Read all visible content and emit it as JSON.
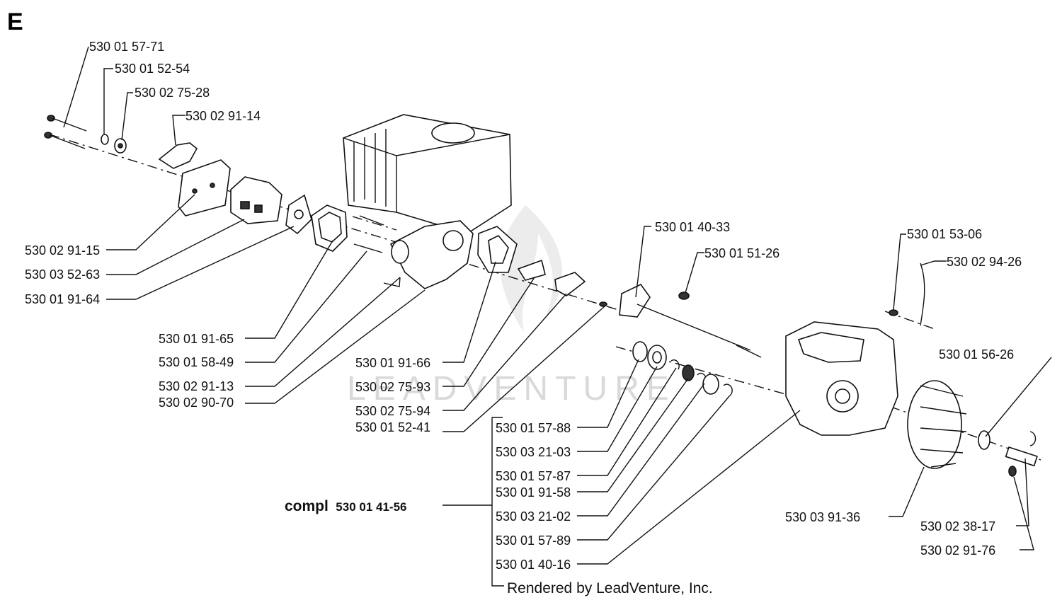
{
  "section_letter": "E",
  "watermark": "LEADVENTURE",
  "credit": "Rendered by LeadVenture, Inc.",
  "assembly": {
    "prefix": "compl",
    "number": "530 01 41-56"
  },
  "parts": [
    "530 01 57-71",
    "530 01 52-54",
    "530 02 75-28",
    "530 02 91-14",
    "530 02 91-15",
    "530 03 52-63",
    "530 01 91-64",
    "530 01 91-65",
    "530 01 58-49",
    "530 02 91-13",
    "530 02 90-70",
    "530 01 91-66",
    "530 02 75-93",
    "530 02 75-94",
    "530 01 52-41",
    "530 01 40-33",
    "530 01 51-26",
    "530 01 53-06",
    "530 02 94-26",
    "530 01 56-26",
    "530 01 57-88",
    "530 03 21-03",
    "530 01 57-87",
    "530 01 91-58",
    "530 03 21-02",
    "530 01 57-89",
    "530 01 40-16",
    "530 03 91-36",
    "530 02 38-17",
    "530 02 91-76"
  ]
}
